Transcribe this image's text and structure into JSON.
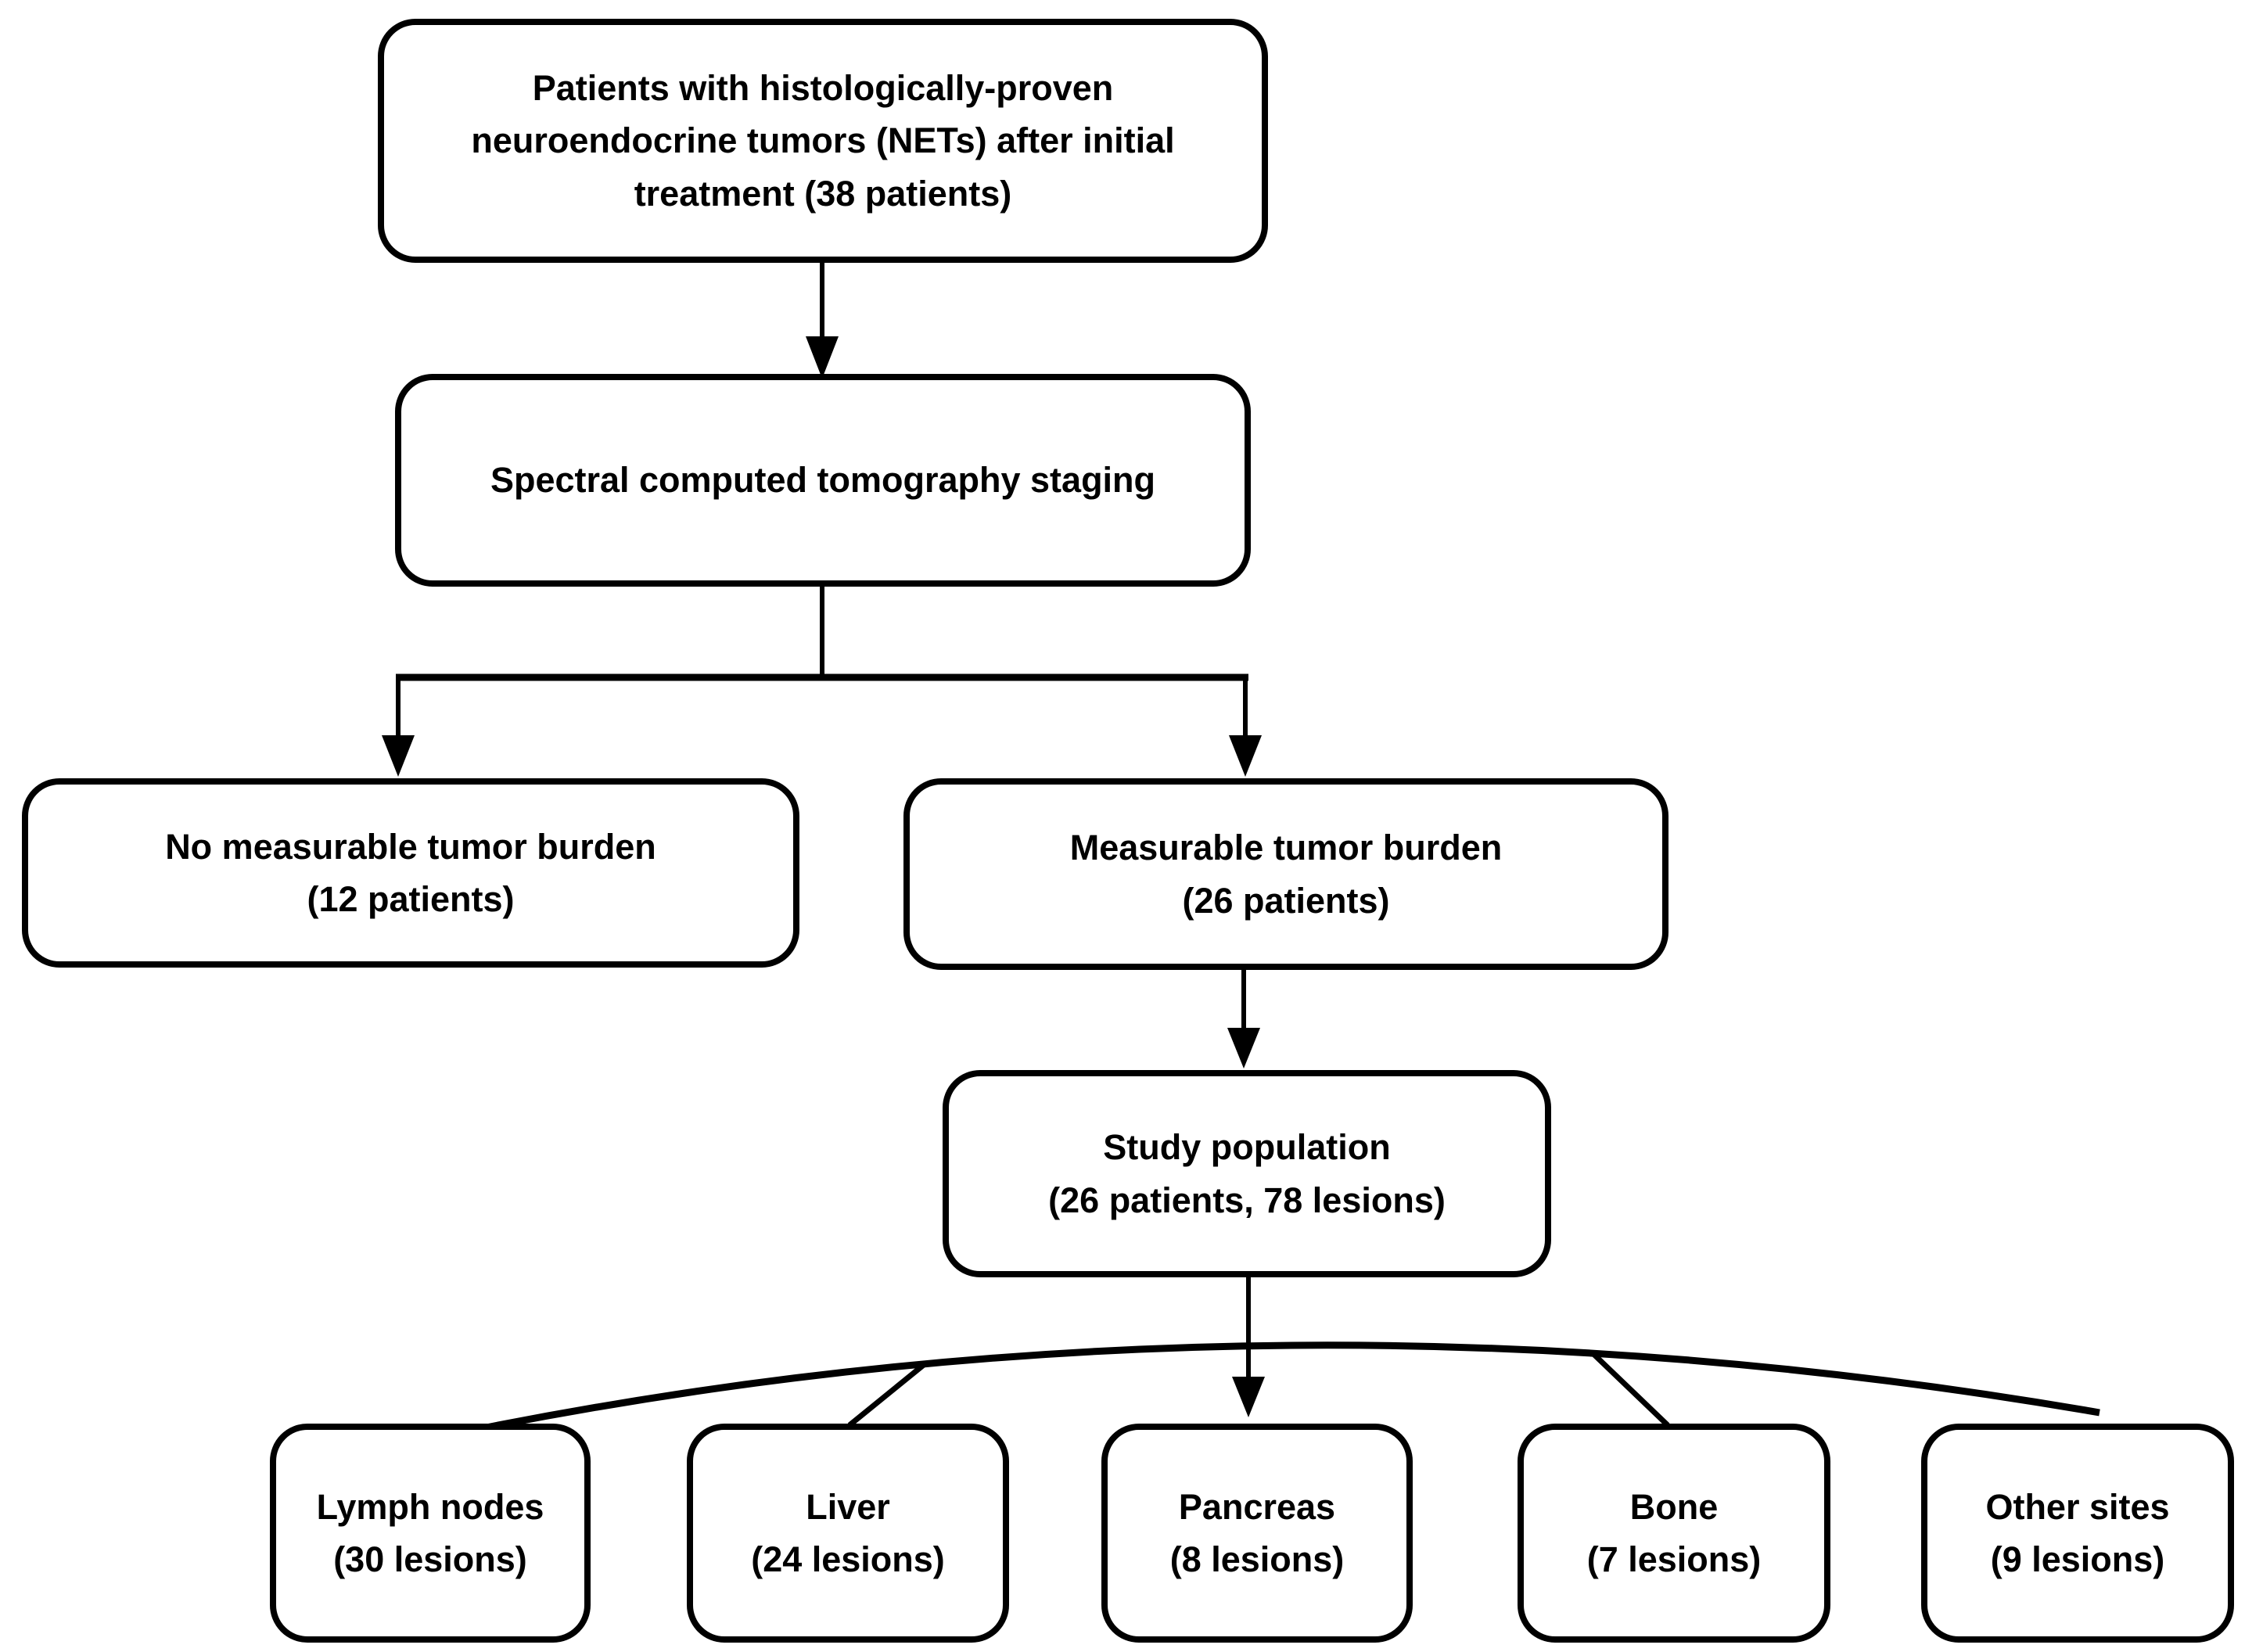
{
  "diagram": {
    "type": "flowchart",
    "colors": {
      "background": "#ffffff",
      "box_fill": "#ffffff",
      "box_border": "#000000",
      "line": "#000000",
      "text": "#000000"
    },
    "nodes": {
      "patients": {
        "text": "Patients with histologically-proven\nneuroendocrine tumors (NETs) after initial\ntreatment (38 patients)"
      },
      "spectral": {
        "text": "Spectral computed tomography staging"
      },
      "no_measurable": {
        "text": "No measurable tumor burden\n(12 patients)"
      },
      "measurable": {
        "text": "Measurable tumor burden\n(26 patients)"
      },
      "study": {
        "text": "Study population\n(26 patients, 78 lesions)"
      },
      "lymph": {
        "text": "Lymph nodes\n(30 lesions)"
      },
      "liver": {
        "text": "Liver\n(24 lesions)"
      },
      "pancreas": {
        "text": "Pancreas\n(8 lesions)"
      },
      "bone": {
        "text": "Bone\n(7 lesions)"
      },
      "other": {
        "text": "Other sites\n(9 lesions)"
      }
    },
    "edges": [
      {
        "from": "patients",
        "to": "spectral",
        "arrow": true
      },
      {
        "from": "spectral",
        "to": "no_measurable",
        "arrow": true
      },
      {
        "from": "spectral",
        "to": "measurable",
        "arrow": true
      },
      {
        "from": "measurable",
        "to": "study",
        "arrow": true
      },
      {
        "from": "study",
        "to": "pancreas",
        "arrow": true
      },
      {
        "from": "study",
        "to": "lymph",
        "arrow": false
      },
      {
        "from": "study",
        "to": "liver",
        "arrow": false
      },
      {
        "from": "study",
        "to": "bone",
        "arrow": false
      },
      {
        "from": "study",
        "to": "other",
        "arrow": false
      }
    ]
  }
}
